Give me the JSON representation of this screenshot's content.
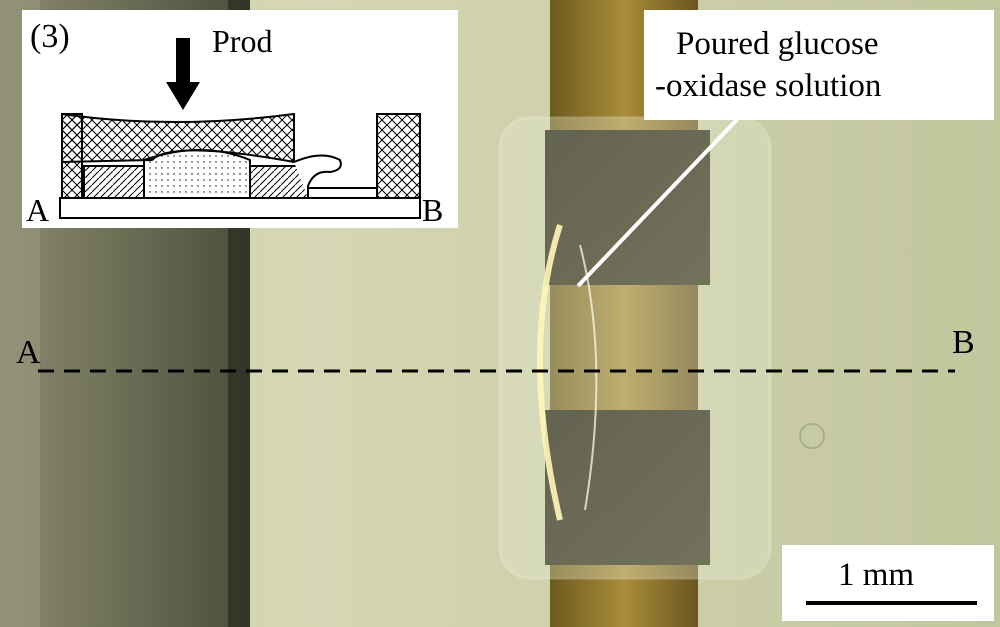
{
  "inset": {
    "panel_label": "(3)",
    "arrow_label": "Prod",
    "left_label": "A",
    "right_label": "B"
  },
  "callout": {
    "line1": "Poured glucose",
    "line2": "-oxidase solution"
  },
  "section_line": {
    "left_label": "A",
    "right_label": "B"
  },
  "scale_bar": {
    "label": "1 mm"
  }
}
